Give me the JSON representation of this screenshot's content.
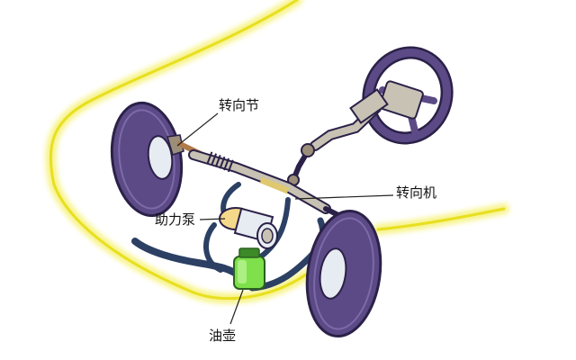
{
  "labels": {
    "steering_knuckle": "转向节",
    "steering_gear": "转向机",
    "power_pump": "助力泵",
    "oil_reservoir": "油壶"
  },
  "colors": {
    "body_outline": "#f2ec3a",
    "tire": "#5b4a86",
    "tire_dark": "#2b2148",
    "hub": "#e7ecf2",
    "pipe": "#2c4064",
    "reservoir_fluid": "#7ee04a",
    "metal": "#c8c2b4",
    "leader_line": "#222222"
  }
}
